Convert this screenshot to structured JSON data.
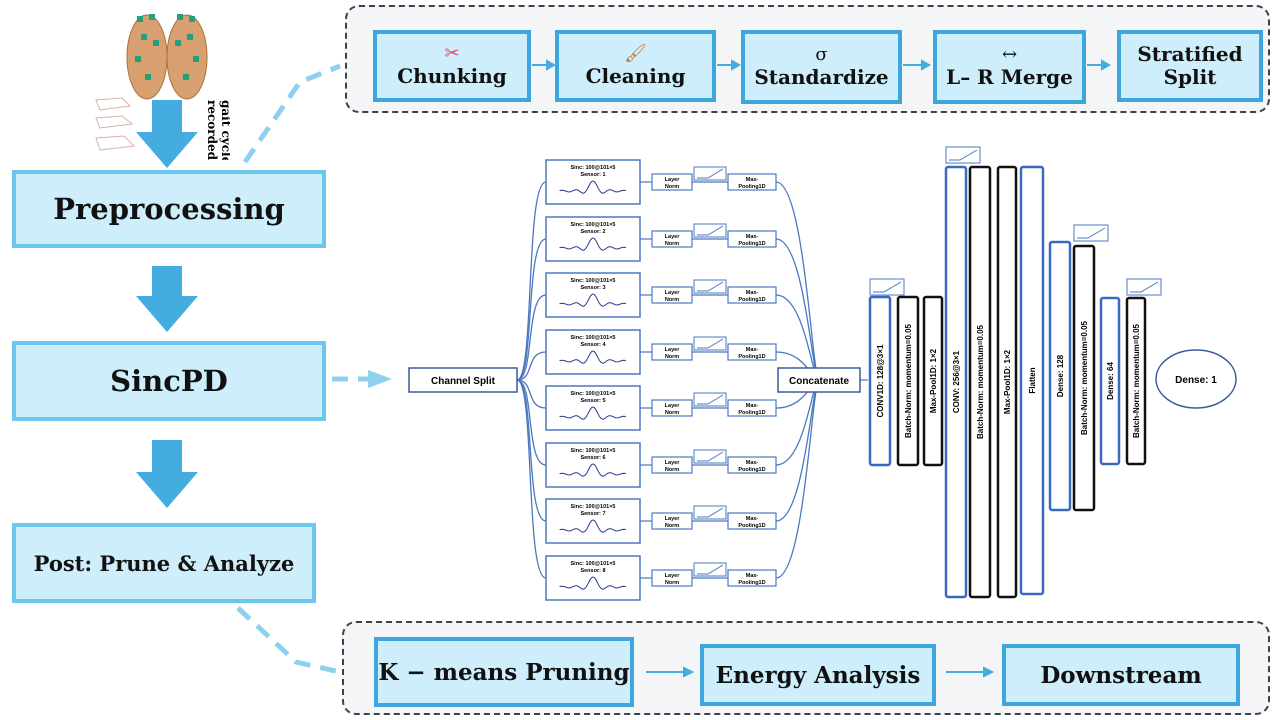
{
  "left": {
    "recorded_label": "recorded",
    "gait_label": "gait cycle",
    "stages": [
      "Preprocessing",
      "SincPD",
      "Post:  Prune & Analyze"
    ]
  },
  "preprocess_steps": [
    {
      "icon": "scissors-icon",
      "glyph": "✂",
      "label": "Chunking"
    },
    {
      "icon": "brush-icon",
      "glyph": "🖌",
      "label": "Cleaning"
    },
    {
      "icon": "sigma-icon",
      "glyph": "σ",
      "label": "Standardize"
    },
    {
      "icon": "bidirectional-arrow-icon",
      "glyph": "↔",
      "label": "L– R Merge"
    },
    {
      "icon": "none",
      "glyph": "",
      "label": "Stratified Split"
    }
  ],
  "post_steps": [
    "K − means Pruning",
    "Energy Analysis",
    "Downstream"
  ],
  "network": {
    "channel_split": "Channel Split",
    "concatenate": "Concatenate",
    "sinc_label": "Sinc: 100@101×5",
    "sensors": [
      "Sensor: 1",
      "Sensor: 2",
      "Sensor: 3",
      "Sensor: 4",
      "Sensor: 5",
      "Sensor: 6",
      "Sensor: 7",
      "Sensor: 8"
    ],
    "layer_norm": [
      "Layer",
      "Norm"
    ],
    "max_pool": [
      "Max-",
      "Pooling1D"
    ],
    "layers": [
      "CONV1D: 128@3×1",
      "Batch-Norm: momentum=0.05",
      "Max-Pool1D: 1×2",
      "CONV: 256@3×1",
      "Batch-Norm: momentum=0.05",
      "Max-Pool1D: 1×2",
      "Flatten",
      "Dense: 128",
      "Batch-Norm: momentum=0.05",
      "Dense: 64",
      "Batch-Norm: momentum=0.05"
    ],
    "output": "Dense: 1"
  },
  "colors": {
    "stage_fill": "#cdeefa",
    "stage_border": "#6cc6ee",
    "step_border": "#3ea6dc",
    "arrow": "#45ace0",
    "network_line": "#4a78c0",
    "panel_bg": "#f4f5f7"
  }
}
